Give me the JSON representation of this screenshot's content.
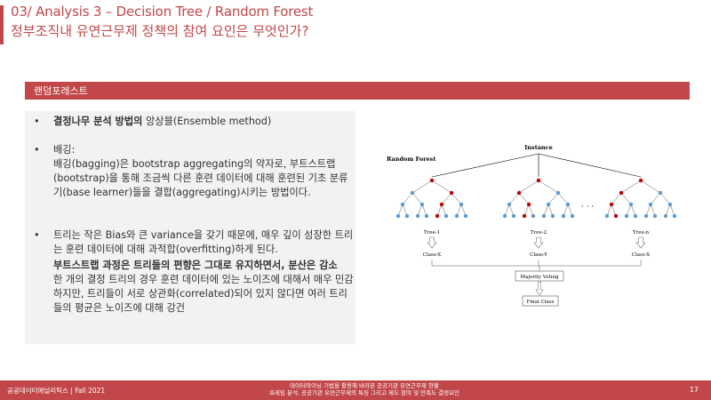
{
  "header": {
    "title_line1": "03/ Analysis 3 – Decision Tree / Random Forest",
    "title_line2": "정부조직내 유연근무제 정책의 참여 요인은 무엇인가?"
  },
  "section": {
    "label": "랜덤포레스트"
  },
  "content": {
    "b1_bold": "결정나무 분석 방법의",
    "b1_rest": " 앙상블(Ensemble method)",
    "b2_head": "배깅:",
    "b2_body": "배깅(bagging)은 bootstrap aggregating의 약자로, 부트스트랩(bootstrap)을 통해 조금씩 다른 훈련 데이터에 대해 훈련된 기초 분류기(base learner)들을 결합(aggregating)시키는 방법이다.",
    "b3_body": "트리는 작은 Bias와 큰 variance을 갖기 때문에, 매우 깊이 성장한 트리는 훈련 데이터에 대해 과적합(overfitting)하게 된다.",
    "b3_bold": "부트스트랩 과정은 트리들의 편향은 그대로 유지하면서, 분산은 감소",
    "b3_tail": "한 개의 결정 트리의 경우 훈련 데이터에 있는 노이즈에 대해서 매우 민감하지만, 트리들이 서로 상관화(correlated)되어 있지 않다면 여러 트리들의 평균은 노이즈에 대해 강건",
    "bullet": "•"
  },
  "diagram": {
    "label_rf": "Random Forest",
    "label_instance": "Instance",
    "tree1": "Tree-1",
    "tree2": "Tree-2",
    "treen": "Tree-n",
    "class1": "Class-X",
    "class2": "Class-Y",
    "class3": "Class-X",
    "ellipsis": "· · ·",
    "voting": "Majority Voting",
    "final": "Final Class",
    "node_color": "#5b9bd5",
    "active_color": "#c00000"
  },
  "footer": {
    "left": "공공데이터애널리틱스 | Fall 2021",
    "center1": "데이터마이닝 기법을 활용해 바라본 공공기관 유연근무제 현황",
    "center2": "프레임 분석, 공공기관 유연근무제의 특징 그리고 제도 참여 및 만족도 결정요인",
    "page": "17"
  }
}
